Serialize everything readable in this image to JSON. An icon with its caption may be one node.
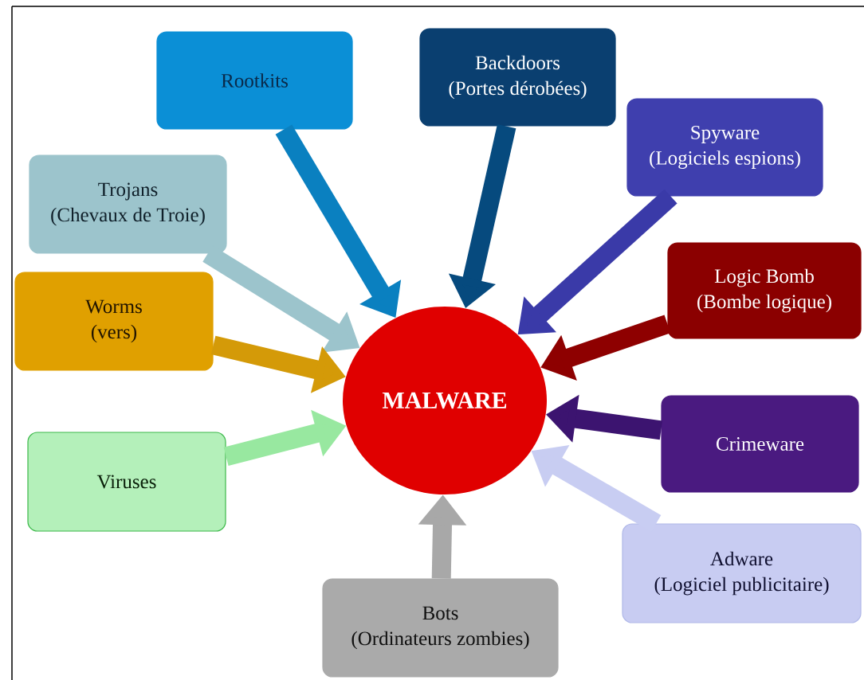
{
  "diagram": {
    "nodes": [
      {
        "text": [
          "MALWARE"
        ]
      },
      {
        "text": [
          "Rootkits"
        ]
      },
      {
        "text": [
          "Backdoors",
          "(Portes dérobées)"
        ]
      },
      {
        "text": [
          "Spyware",
          "(Logiciels espions)"
        ]
      },
      {
        "text": [
          "Trojans",
          "(Chevaux de Troie)"
        ]
      },
      {
        "text": [
          "Logic Bomb",
          "(Bombe logique)"
        ]
      },
      {
        "text": [
          "Worms",
          "(vers)"
        ]
      },
      {
        "text": [
          "Crimeware"
        ]
      },
      {
        "text": [
          "Viruses"
        ]
      },
      {
        "text": [
          "Adware",
          "(Logiciel publicitaire)"
        ]
      },
      {
        "text": [
          "Bots",
          "(Ordinateurs zombies)"
        ]
      }
    ],
    "edges": [
      {
        "from": 1,
        "to": 0,
        "arrow": "to",
        "color": "#0a80c0"
      },
      {
        "from": 2,
        "to": 0,
        "arrow": "to",
        "color": "#064a7e"
      },
      {
        "from": 3,
        "to": 0,
        "arrow": "to",
        "color": "#3a3aa8"
      },
      {
        "from": 4,
        "to": 0,
        "arrow": "to",
        "color": "#9cc4cc"
      },
      {
        "from": 5,
        "to": 0,
        "arrow": "to",
        "color": "#8e0000"
      },
      {
        "from": 6,
        "to": 0,
        "arrow": "to",
        "color": "#d49a08"
      },
      {
        "from": 7,
        "to": 0,
        "arrow": "to",
        "color": "#3c1470"
      },
      {
        "from": 8,
        "to": 0,
        "arrow": "to",
        "color": "#98e8a0"
      },
      {
        "from": 9,
        "to": 0,
        "arrow": "to",
        "color": "#c8cdf2"
      },
      {
        "from": 10,
        "to": 0,
        "arrow": "to",
        "color": "#a8a8a8"
      }
    ]
  }
}
